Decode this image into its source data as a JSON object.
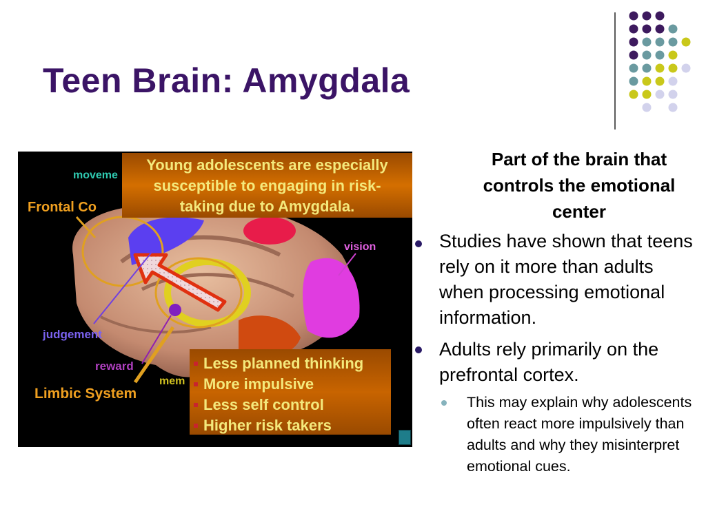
{
  "slide": {
    "title": "Teen Brain: Amygdala",
    "colors": {
      "title": "#3b1466",
      "dot_purple": "#3d1a5e",
      "dot_teal": "#6a9aa0",
      "dot_yellow": "#c9c81a",
      "dot_lavender": "#d2d2ec"
    }
  },
  "figure": {
    "labels": {
      "movement": "moveme",
      "frontal": "Frontal Co",
      "vision": "vision",
      "judgement": "judgement",
      "reward": "reward",
      "memory": "mem",
      "limbic": "Limbic System"
    },
    "callout_top": {
      "lines": [
        "Young adolescents are especially",
        "susceptible to engaging in risk-",
        "taking due to Amygdala."
      ]
    },
    "callout_bottom": {
      "items": [
        "Less planned thinking",
        "More impulsive",
        "Less self control",
        "Higher risk takers"
      ]
    }
  },
  "content": {
    "intro": "Part of the brain that controls the emotional center",
    "bullets": [
      "Studies have shown that teens rely on it more than adults when processing emotional information.",
      "Adults rely primarily on the prefrontal cortex."
    ],
    "sub_bullets": [
      "This may explain why adolescents often react more impulsively than adults and why they misinterpret emotional cues."
    ]
  }
}
